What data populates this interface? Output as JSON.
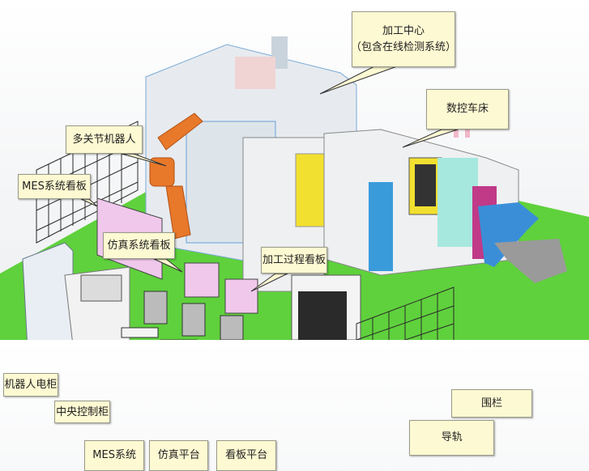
{
  "colors": {
    "floor": "#5fd13c",
    "callout_bg": "#fdf9d2",
    "robot": "#e8782a",
    "board": "#f0c8ec",
    "yellow_frame": "#f2e030"
  },
  "labels": {
    "machining_center": "加工中心",
    "machining_center_sub": "（包含在线检测系统）",
    "cnc_lathe": "数控车床",
    "robot": "多关节机器人",
    "mes_board": "MES系统看板",
    "sim_board": "仿真系统看板",
    "process_board": "加工过程看板",
    "robot_cabinet": "机器人电柜",
    "central_cabinet": "中央控制柜",
    "mes_system": "MES系统",
    "sim_platform": "仿真平台",
    "board_platform": "看板平台",
    "fence": "围栏",
    "guide_rail": "导轨"
  }
}
